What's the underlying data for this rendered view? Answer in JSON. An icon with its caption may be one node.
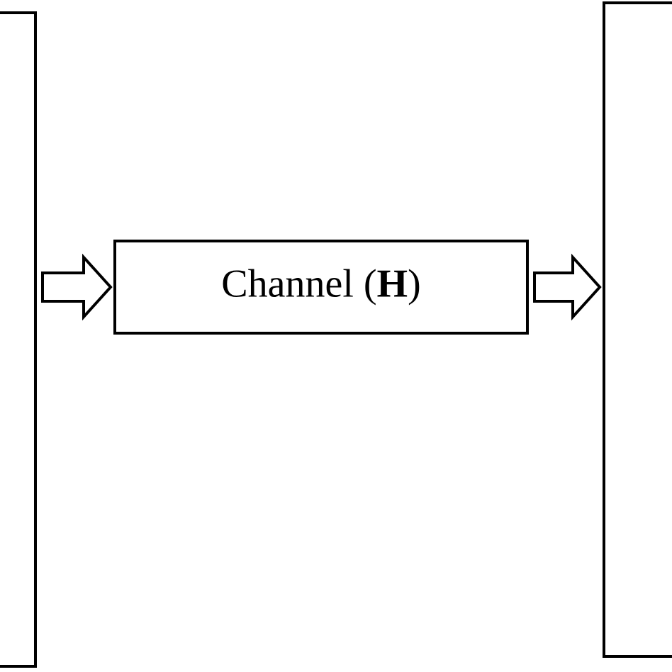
{
  "diagram": {
    "nodes": [
      {
        "text": [],
        "shape": "box"
      },
      {
        "text": [
          "Channel (**H**)"
        ]
      },
      {
        "text": [],
        "shape": "box"
      }
    ],
    "edges": [
      {
        "from": 0,
        "to": 1,
        "arrow": "to"
      },
      {
        "from": 1,
        "to": 2,
        "arrow": "to"
      }
    ]
  }
}
